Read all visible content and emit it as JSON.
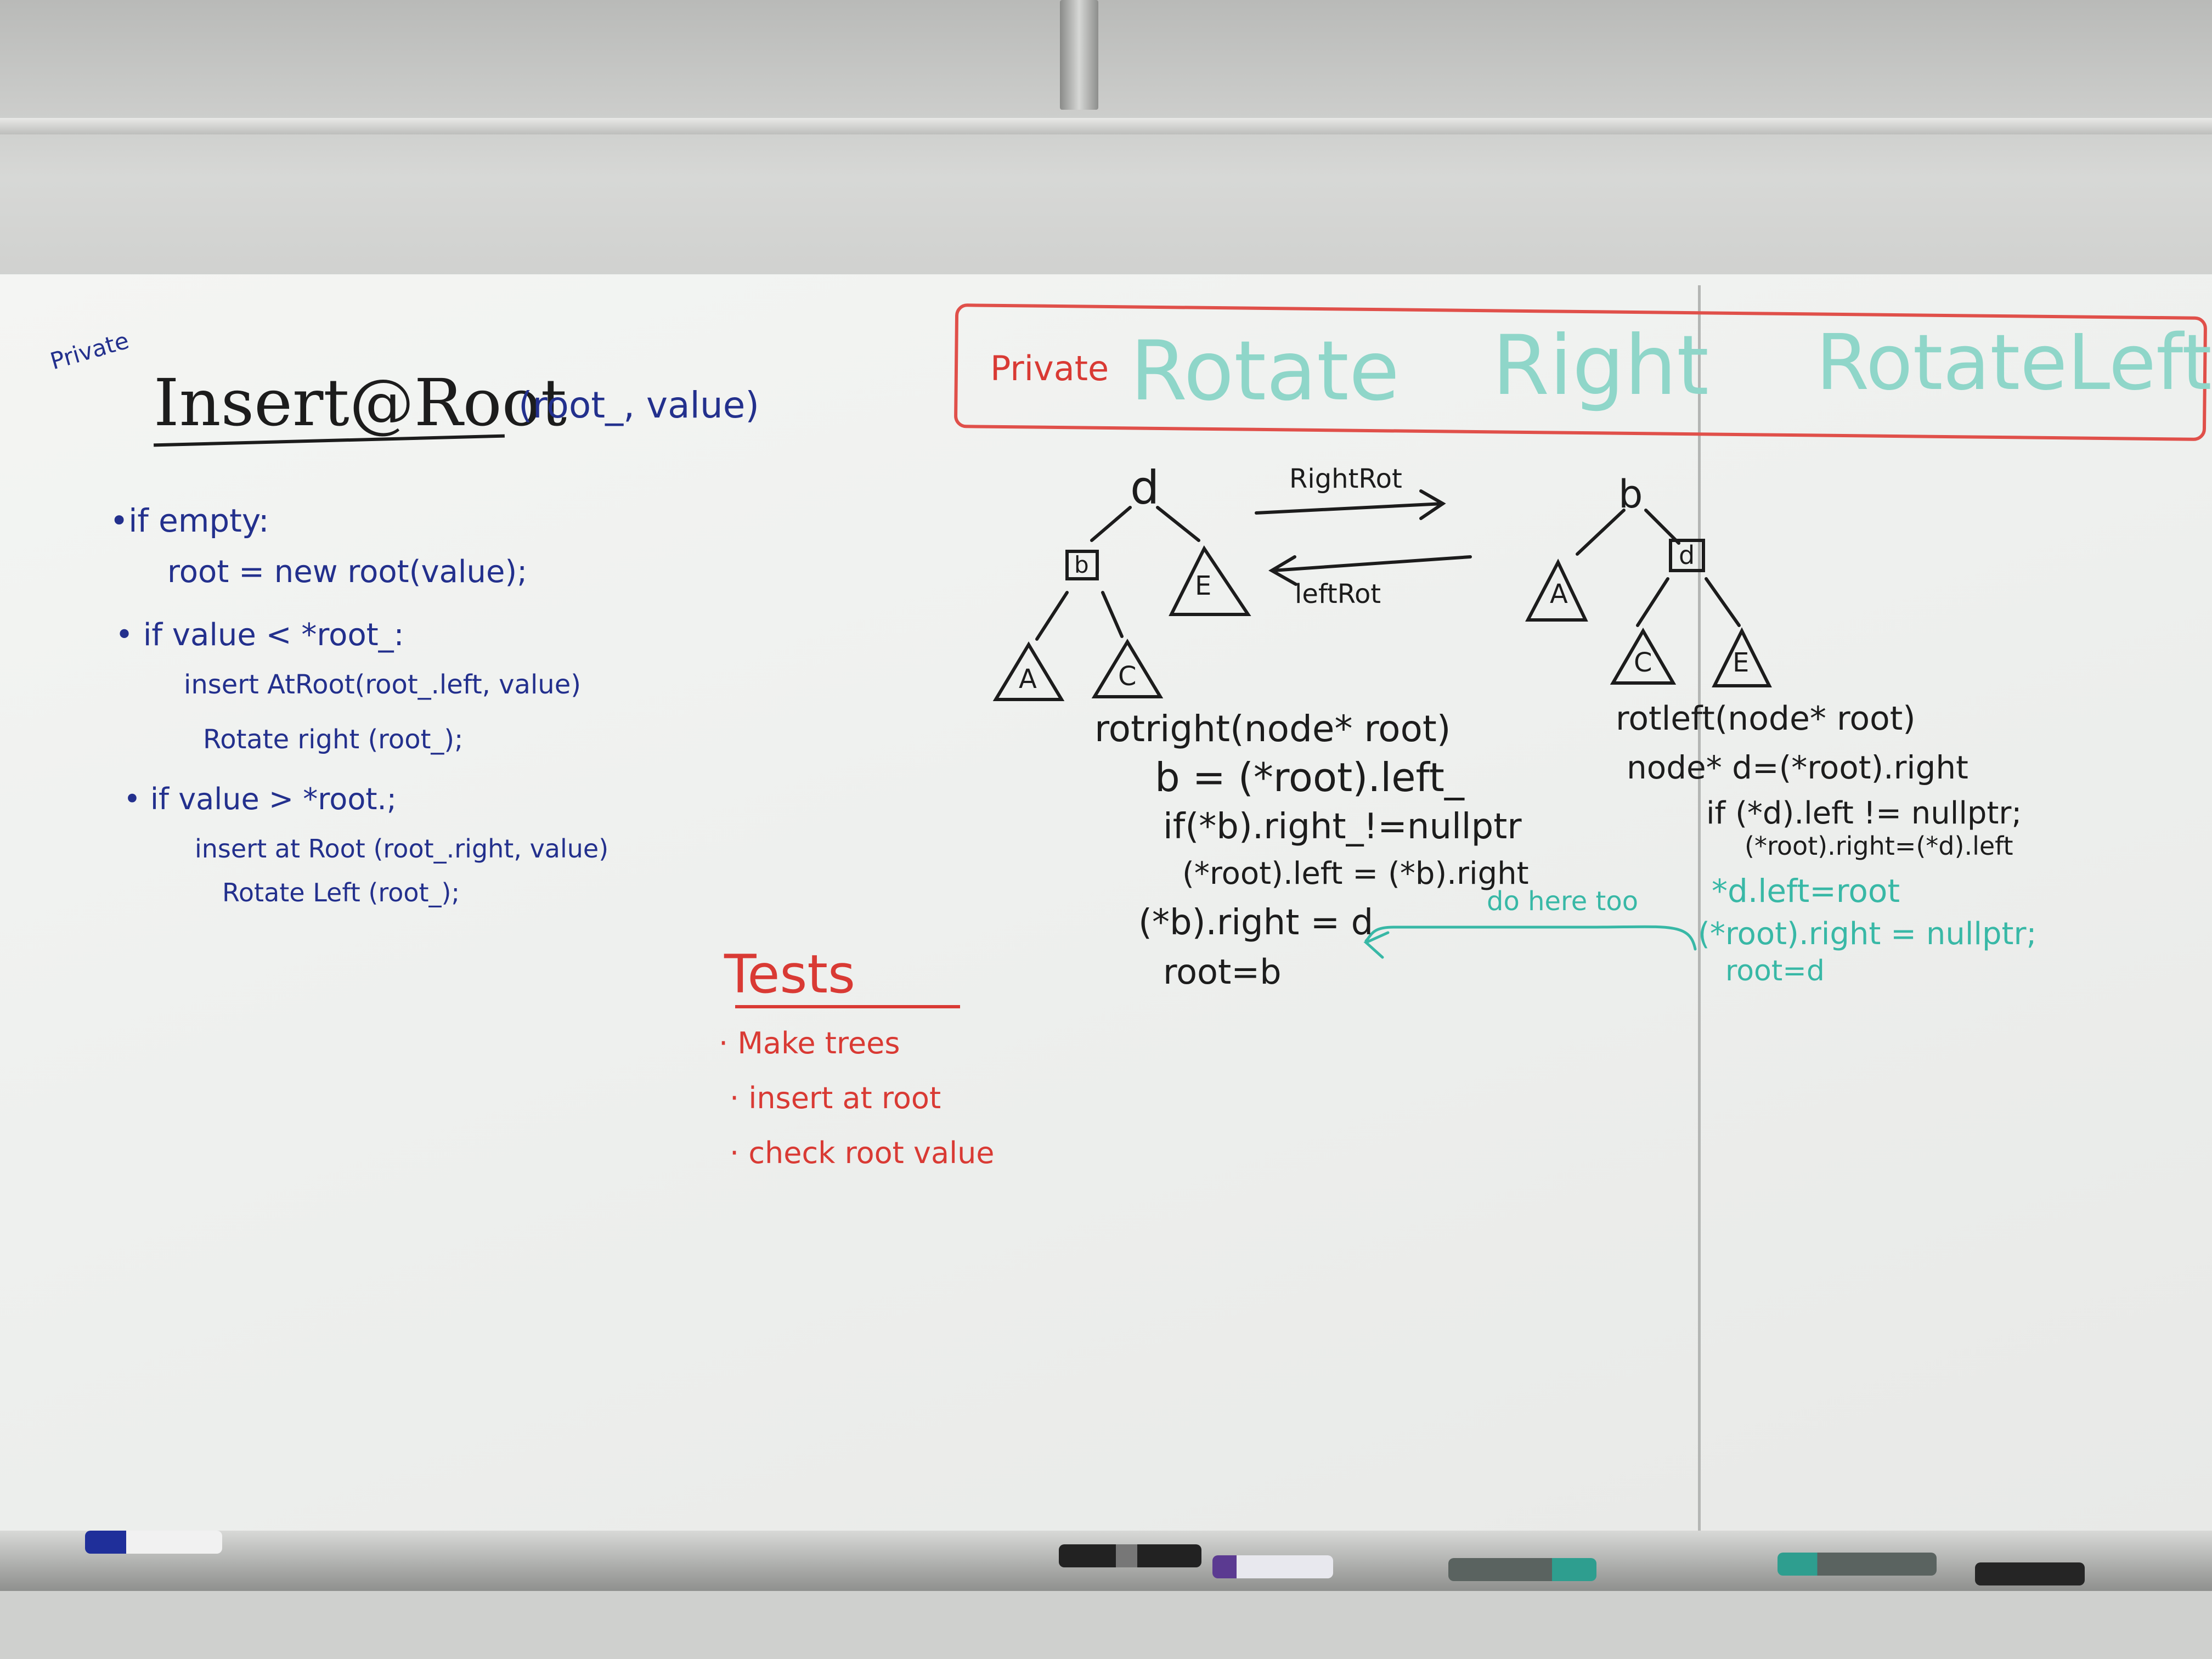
{
  "left_column": {
    "private_label": "Private",
    "title": "Insert@Root",
    "title_args": "(root_, value)",
    "lines": [
      "•if  empty:",
      "root = new root(value);",
      "• if  value < *root_:",
      "insert AtRoot(root_.left, value)",
      "Rotate right (root_);",
      "• if  value > *root.;",
      "insert at Root (root_.right, value)",
      "Rotate Left (root_);"
    ]
  },
  "tests": {
    "title": "Tests",
    "items": [
      "· Make trees",
      "· insert at root",
      "· check root value"
    ]
  },
  "header_box": {
    "private_label": "Private",
    "rotate": "Rotate",
    "right": "Right",
    "rotate_left": "RotateLeft"
  },
  "diagram": {
    "right_rot": "RightRot",
    "left_rot": "leftRot",
    "tree1": {
      "root": "d",
      "child": "b",
      "leaves": [
        "A",
        "C",
        "E"
      ]
    },
    "tree2": {
      "root": "b",
      "child": "d",
      "leaves": [
        "A",
        "C",
        "E"
      ]
    }
  },
  "rotright_code": [
    "rotright(node* root)",
    "b = (*root).left_",
    "if(*b).right_!=nullptr",
    "(*root).left = (*b).right",
    "(*b).right = d",
    "root=b"
  ],
  "do_here_too": "do here too",
  "rotleft_code": [
    "rotleft(node* root)",
    "node* d=(*root).right",
    "if (*d).left != nullptr;",
    "(*root).right=(*d).left",
    "*d.left=root",
    "(*root).right = nullptr;",
    "root=d"
  ],
  "colors": {
    "blue_marker": "#23308d",
    "black_marker": "#1c1c1c",
    "red_marker": "#d93a34",
    "teal_marker": "#38b8a6"
  }
}
